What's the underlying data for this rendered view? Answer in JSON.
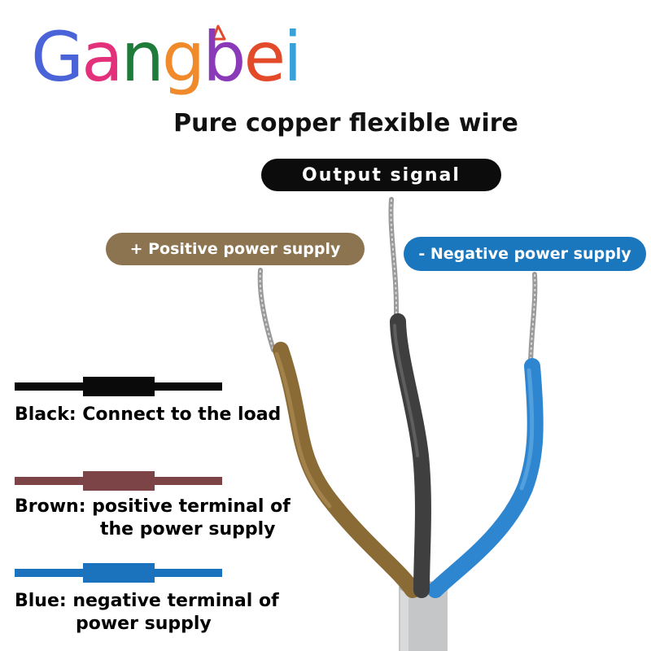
{
  "logo": {
    "letters": [
      "G",
      "a",
      "n",
      "g",
      "b",
      "e",
      "i"
    ]
  },
  "title": "Pure copper flexible wire",
  "labels": {
    "output": "Output signal",
    "positive": "+ Positive power supply",
    "negative": "- Negative power supply"
  },
  "legend": {
    "black": {
      "line1": "Black: Connect to the load"
    },
    "brown": {
      "line1": "Brown: positive terminal of",
      "line2": "the power supply"
    },
    "blue": {
      "line1": "Blue: negative terminal of",
      "line2": "power supply"
    }
  },
  "colors": {
    "black_wire": "#3f3f3f",
    "brown_wire": "#8a6a35",
    "blue_wire": "#2d86cf",
    "sheath": "#c2c4c6",
    "legend_black": "#0a0a0a",
    "legend_brown": "#7d4448",
    "legend_blue": "#1b73bd",
    "label_brown": "#8c7450",
    "label_blue": "#1a76bd",
    "logo": [
      "#4a63d8",
      "#e3307b",
      "#1f7b3a",
      "#f08a2a",
      "#8a3ab8",
      "#e34a2a",
      "#3aa0d8"
    ]
  }
}
